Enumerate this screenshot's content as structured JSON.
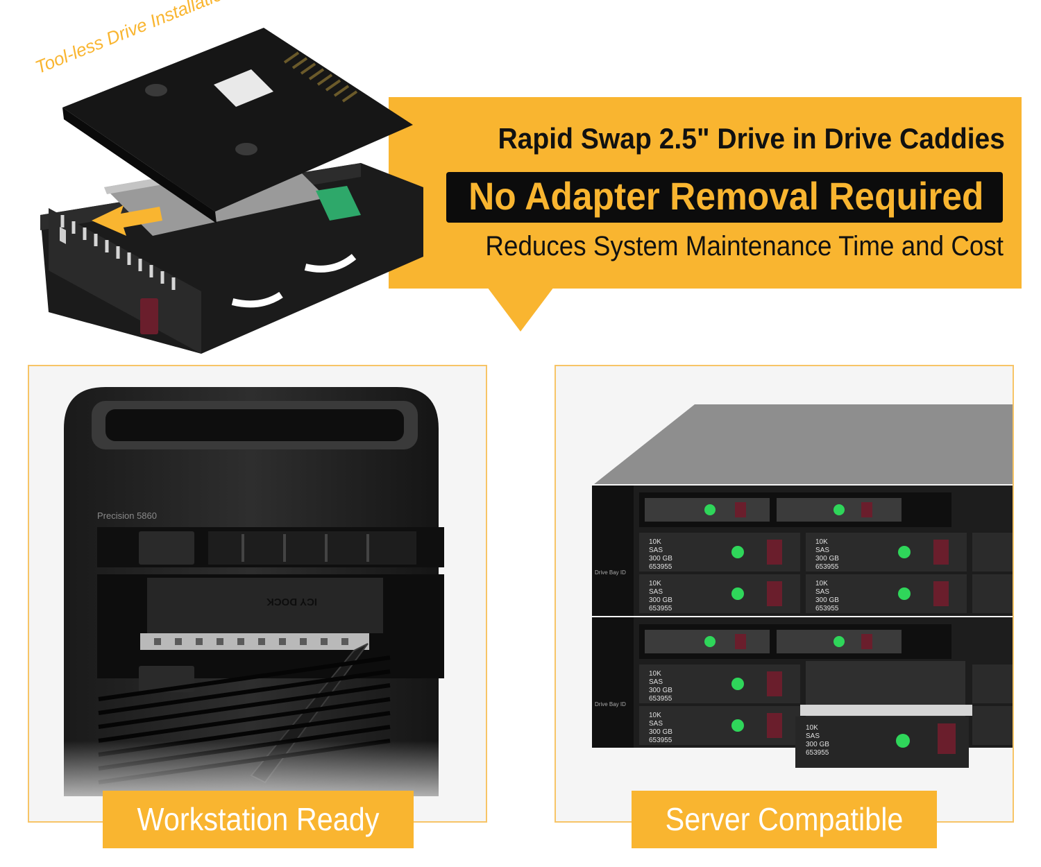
{
  "banner": {
    "headline": "Rapid Swap 2.5\" Drive in Drive Caddies",
    "highlight": "No Adapter Removal Required",
    "subline": "Reduces System Maintenance Time and Cost",
    "toolless_note": "Tool-less Drive Installation"
  },
  "product_labels": {
    "caddy_logo": "ICY DOCK"
  },
  "workstation": {
    "caption": "Workstation Ready",
    "model_label": "Precision 5860"
  },
  "server": {
    "caption": "Server Compatible",
    "drive_rpm": "10K",
    "drive_type": "SAS",
    "drive_capacity": "300 GB",
    "drive_part": "653955",
    "bay_label": "Drive Bay ID"
  },
  "colors": {
    "accent": "#f9b530",
    "dark": "#0c0c0c",
    "panel_bg": "#f5f5f5"
  }
}
